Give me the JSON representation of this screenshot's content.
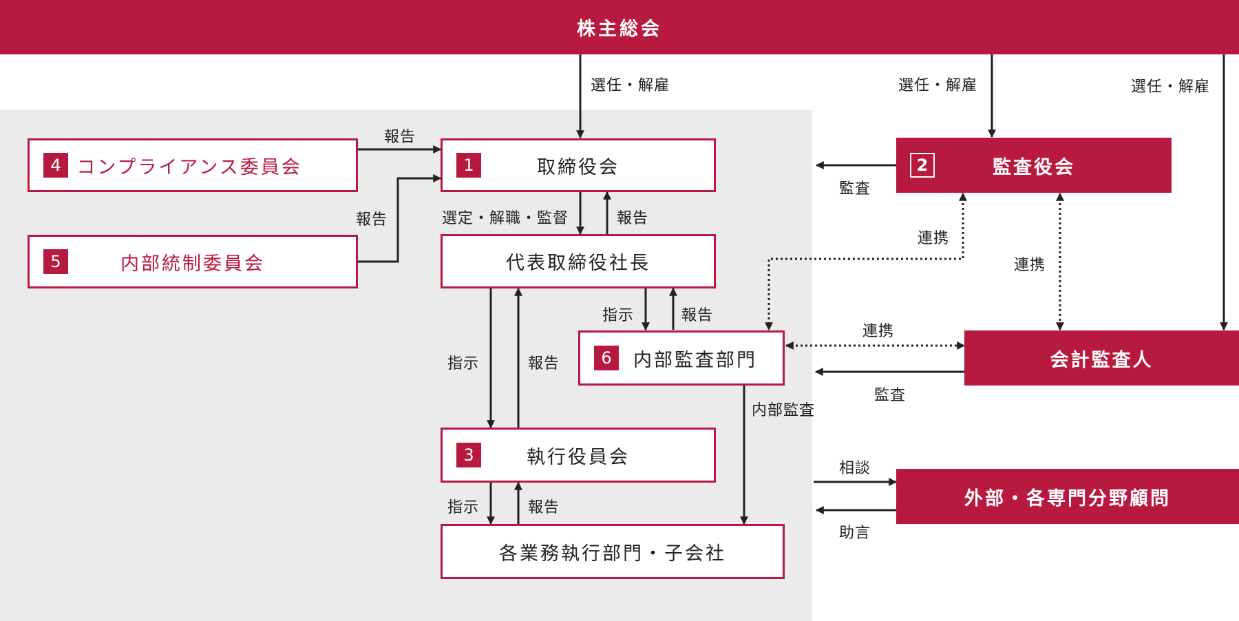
{
  "top_bar": {
    "title": "株主総会"
  },
  "boxes": {
    "compliance": {
      "number": "4",
      "label": "コンプライアンス委員会"
    },
    "internal_control": {
      "number": "5",
      "label": "内部統制委員会"
    },
    "board": {
      "number": "1",
      "label": "取締役会"
    },
    "president": {
      "label": "代表取締役社長"
    },
    "internal_audit": {
      "number": "6",
      "label": "内部監査部門"
    },
    "executive": {
      "number": "3",
      "label": "執行役員会"
    },
    "divisions": {
      "label": "各業務執行部門・子会社"
    },
    "auditors": {
      "number": "2",
      "label": "監査役会"
    },
    "accounting_auditor": {
      "label": "会計監査人"
    },
    "advisors": {
      "label": "外部・各専門分野顧問"
    }
  },
  "labels": {
    "appoint_board": "選任・解雇",
    "appoint_auditors": "選任・解雇",
    "appoint_accounting": "選任・解雇",
    "report_compliance": "報告",
    "report_internal_control": "報告",
    "select_supervise": "選定・解職・監督",
    "report_president": "報告",
    "audit_board": "監査",
    "collab_auditors": "連携",
    "collab_accounting": "連携",
    "instruct_audit": "指示",
    "report_audit": "報告",
    "instruct_exec": "指示",
    "report_exec": "報告",
    "collab_audit_accounting": "連携",
    "audit_internal": "監査",
    "internal_audit_flow": "内部監査",
    "consult": "相談",
    "instruct_divisions": "指示",
    "report_divisions": "報告",
    "advice": "助言"
  },
  "colors": {
    "accent": "#b8193f",
    "gray_area": "#ebebeb",
    "line": "#222222"
  }
}
